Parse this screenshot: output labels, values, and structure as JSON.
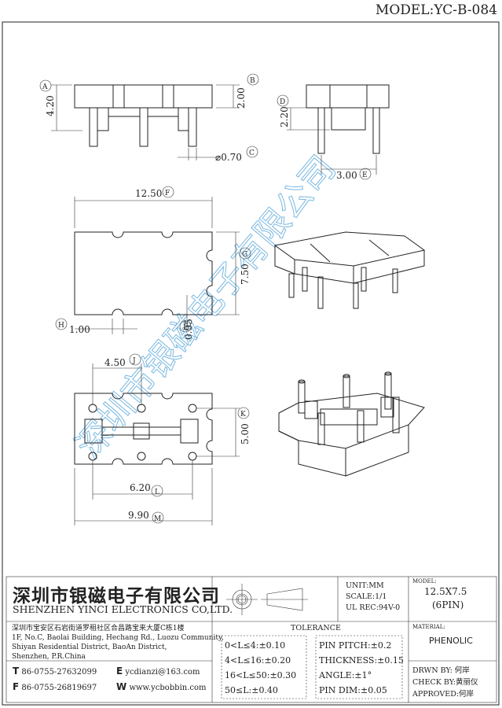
{
  "model_title": "MODEL:YC-B-084",
  "watermark": "深圳市银磁电子有限公司",
  "dimensions": {
    "a_height": "4.20",
    "b_body": "2.00",
    "c_pin_dia": "⌀0.70",
    "d_side": "2.20",
    "e_pitch": "3.00",
    "f_length": "12.50",
    "g_width": "7.50",
    "h_notch": "1.00",
    "i_notch": "0.95",
    "j_pitch": "4.50",
    "k_pitch": "5.00",
    "l_pitch": "6.20",
    "m_length": "9.90"
  },
  "callouts": [
    "A",
    "B",
    "C",
    "D",
    "E",
    "F",
    "G",
    "H",
    "I",
    "J",
    "K",
    "L",
    "M"
  ],
  "title_block": {
    "company_cn": "深圳市银磁电子有限公司",
    "company_en": "SHENZHEN YINCI ELECTRONICS CO,LTD.",
    "address": [
      "深圳市宝安区石岩街道罗租社区合昌路宝来大厦C栋1楼",
      "1F, No.C, Baolai Building, Hechang Rd., Luozu Community,",
      "Shiyan Residential District, BaoAn District,",
      "Shenzhen, P.R.China"
    ],
    "tel_label": "T",
    "tel": "86-0755-27632099",
    "fax_label": "F",
    "fax": "86-0755-26819697",
    "email_label": "E",
    "email": "ycdianzi@163.com",
    "web_label": "W",
    "web": "www.ycbobbin.com",
    "unit": "UNIT:MM",
    "scale": "SCALE:1/1",
    "ul": "UL REC:94V-0",
    "model_label": "MODEL:",
    "model_value": "12.5X7.5",
    "model_pins": "(6PIN)",
    "material_label": "MATERIAL:",
    "material": "PHENOLIC",
    "tolerance_title": "TOLERANCE",
    "tol_left": [
      "0<L≤4:±0.10",
      "4<L≤16:±0.20",
      "16<L≤50:±0.30",
      "50≤L:±0.40"
    ],
    "tol_right": [
      "PIN PITCH:±0.2",
      "THICKNESS:±0.15",
      "ANGLE:±1°",
      "PIN DIM:±0.05"
    ],
    "drawn": "DRWN BY: 何岸",
    "check": "CHECK BY:黄丽仪",
    "approved": "APPROVED:何岸"
  }
}
